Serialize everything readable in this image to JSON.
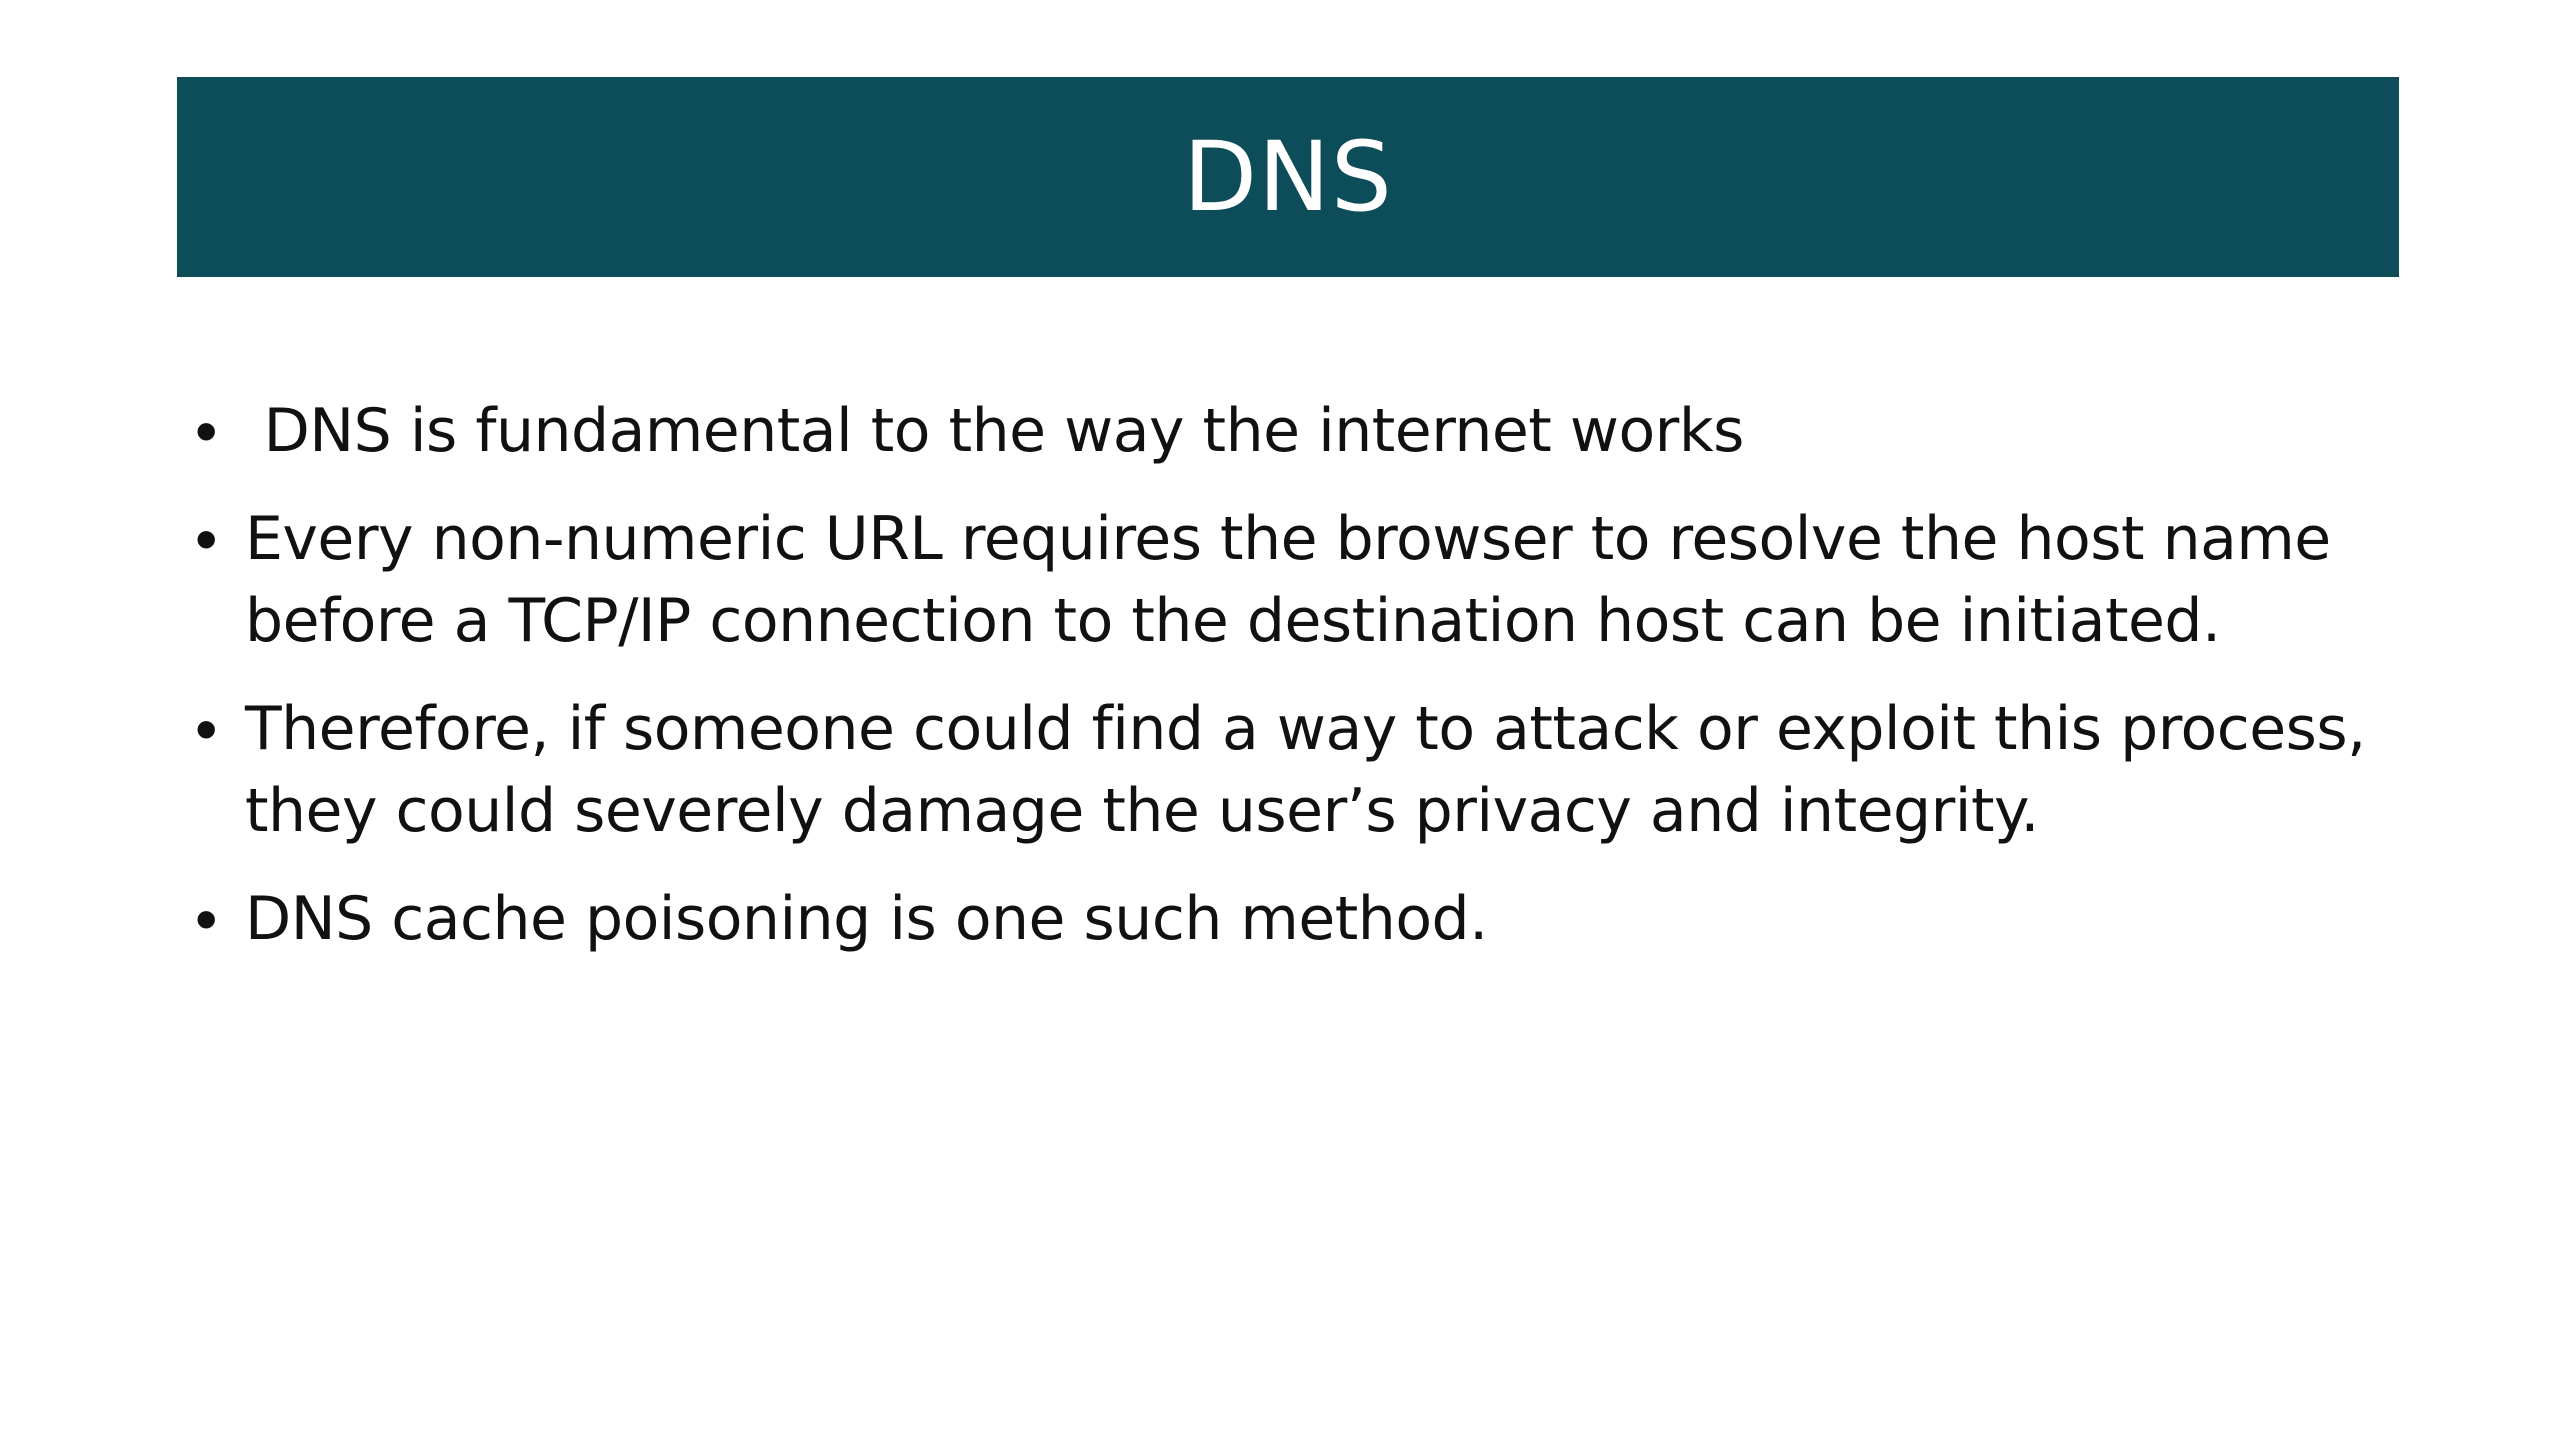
{
  "slide": {
    "title": "DNS",
    "bullets": [
      {
        "text": " DNS is fundamental to the way the internet works"
      },
      {
        "text": "Every non-numeric URL requires the browser to resolve the host name before a TCP/IP connection to the destination host can be initiated."
      },
      {
        "text": "Therefore, if someone could find a way to attack or exploit this process, they could severely damage the user’s privacy and integrity."
      },
      {
        "text": "DNS cache poisoning is one such method."
      }
    ]
  },
  "colors": {
    "title_bar": "#0d4c59",
    "title_text": "#ffffff",
    "body_text": "#111111",
    "background": "#ffffff"
  },
  "icons": {
    "bullet": "•"
  }
}
